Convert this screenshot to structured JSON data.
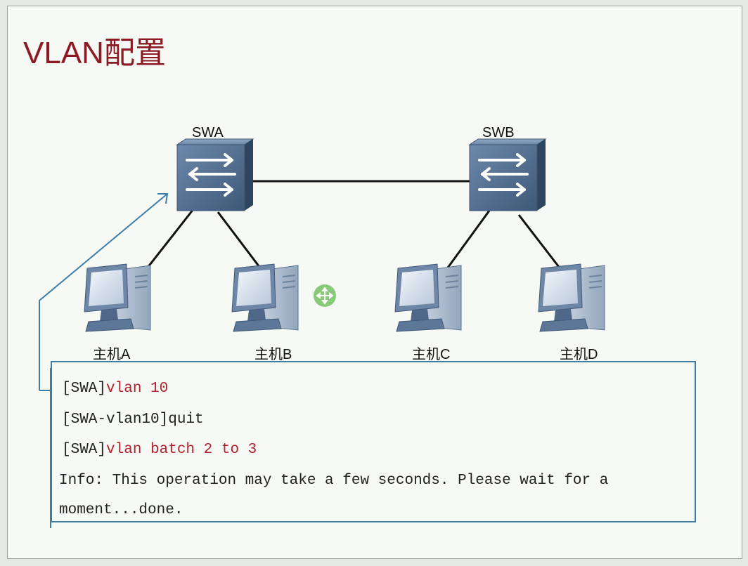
{
  "slide": {
    "title": "VLAN配置"
  },
  "devices": {
    "switch_a": "SWA",
    "switch_b": "SWB",
    "host_a": "主机A",
    "host_b": "主机B",
    "host_c": "主机C",
    "host_d": "主机D"
  },
  "code": {
    "line1_prompt": "[SWA]",
    "line1_cmd": "vlan 10",
    "line2": "[SWA-vlan10]quit",
    "line3_prompt": "[SWA]",
    "line3_cmd": "vlan batch 2 to 3",
    "line4": "Info: This operation may take a few seconds. Please wait for a",
    "line5": "moment...done."
  },
  "colors": {
    "title": "#8b1a24",
    "command": "#b3222f",
    "box_border": "#3d7ea8",
    "switch": "#4d6a8c",
    "move_cursor": "#7cc46a"
  },
  "icons": {
    "switch": "network-switch-icon",
    "host": "desktop-computer-icon",
    "cursor": "move-cursor-icon"
  }
}
